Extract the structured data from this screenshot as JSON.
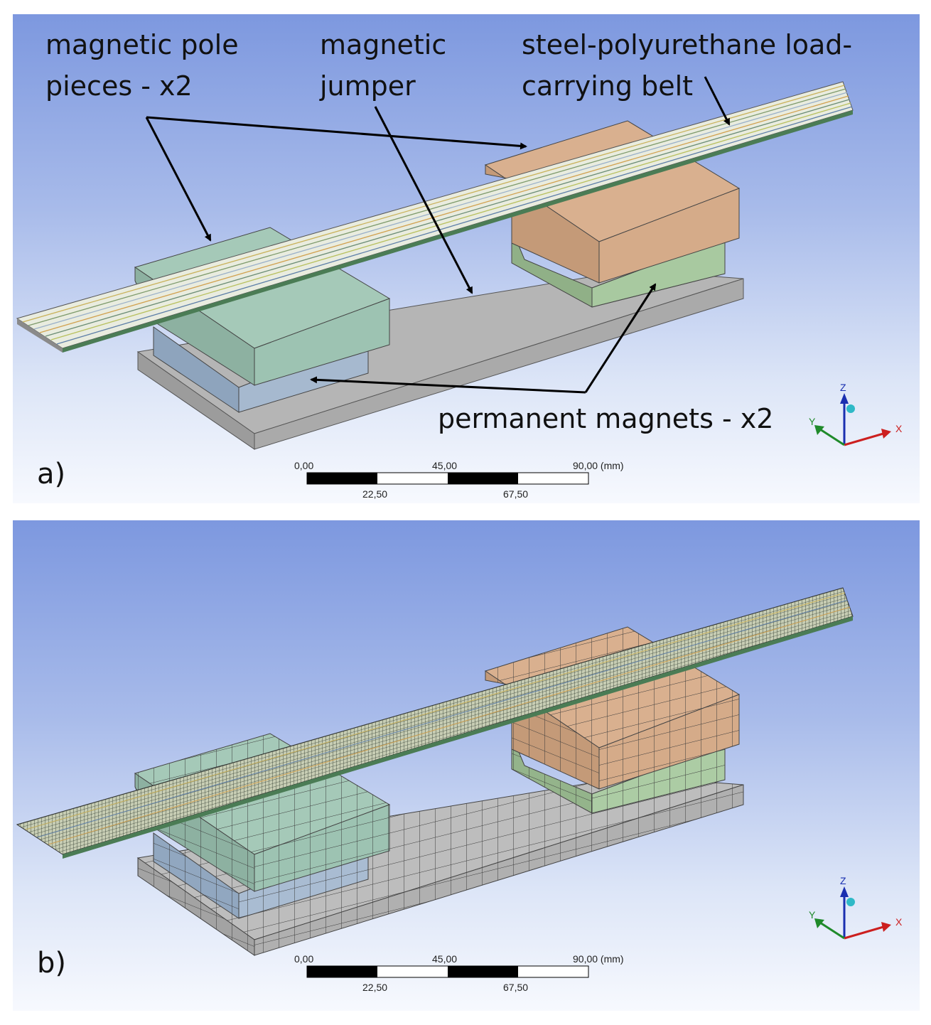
{
  "panels": [
    {
      "label": "a)",
      "annotations": {
        "pole_pieces": [
          "magnetic pole",
          "pieces - x2"
        ],
        "jumper": [
          "magnetic",
          "jumper"
        ],
        "belt": [
          "steel-polyurethane load-",
          "carrying belt"
        ],
        "magnets": "permanent magnets - x2"
      },
      "scalebar": {
        "ticks_top": [
          "0,00",
          "45,00",
          "90,00 (mm)"
        ],
        "ticks_bottom": [
          "22,50",
          "67,50"
        ]
      },
      "triad": {
        "z": "Z",
        "y": "Y",
        "x": "X"
      }
    },
    {
      "label": "b)",
      "scalebar": {
        "ticks_top": [
          "0,00",
          "45,00",
          "90,00 (mm)"
        ],
        "ticks_bottom": [
          "22,50",
          "67,50"
        ]
      },
      "triad": {
        "z": "Z",
        "y": "Y",
        "x": "X"
      }
    }
  ],
  "colors": {
    "pole_green": "#9dc3b2",
    "magnet_blue": "#9fb4cc",
    "magnet_green": "#9dbf97",
    "pole_tan": "#d2a98a",
    "jumper_gray": "#b7b7b7"
  }
}
